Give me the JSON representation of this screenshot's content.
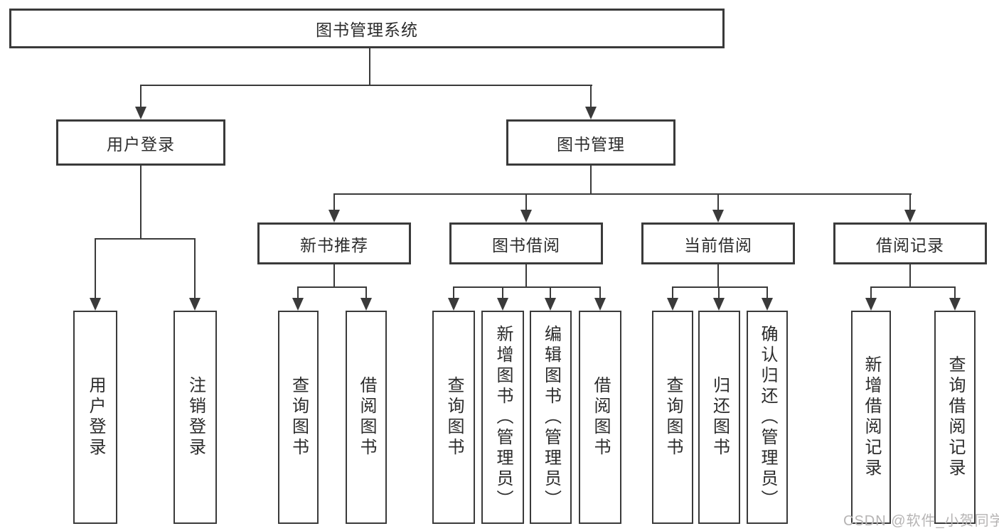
{
  "colors": {
    "line": "#3a3a3a",
    "text": "#2c2c2c",
    "background": "#ffffff",
    "watermark": "#b6b4b4"
  },
  "nodes": {
    "root": "图书管理系统",
    "user_login": "用户登录",
    "book_mgmt": "图书管理",
    "new_book_rec": "新书推荐",
    "book_borrowing": "图书借阅",
    "current_borrowing": "当前借阅",
    "borrowing_records": "借阅记录",
    "ul_user_login": "用户登录",
    "ul_logout": "注销登录",
    "nb_query_books": "查询图书",
    "nb_borrow_books": "借阅图书",
    "bb_query_books": "查询图书",
    "bb_add_books_admin": "新增图书（管理员）",
    "bb_edit_books_admin": "编辑图书（管理员）",
    "bb_borrow_books": "借阅图书",
    "cb_query_books": "查询图书",
    "cb_return_books": "归还图书",
    "cb_confirm_return_admin": "确认归还（管理员）",
    "br_add_record": "新增借阅记录",
    "br_query_record": "查询借阅记录"
  },
  "hierarchy": {
    "图书管理系统": {
      "用户登录": [
        "用户登录",
        "注销登录"
      ],
      "图书管理": {
        "新书推荐": [
          "查询图书",
          "借阅图书"
        ],
        "图书借阅": [
          "查询图书",
          "新增图书（管理员）",
          "编辑图书（管理员）",
          "借阅图书"
        ],
        "当前借阅": [
          "查询图书",
          "归还图书",
          "确认归还（管理员）"
        ],
        "借阅记录": [
          "新增借阅记录",
          "查询借阅记录"
        ]
      }
    }
  },
  "watermark": "CSDN @软件_小贺同学"
}
